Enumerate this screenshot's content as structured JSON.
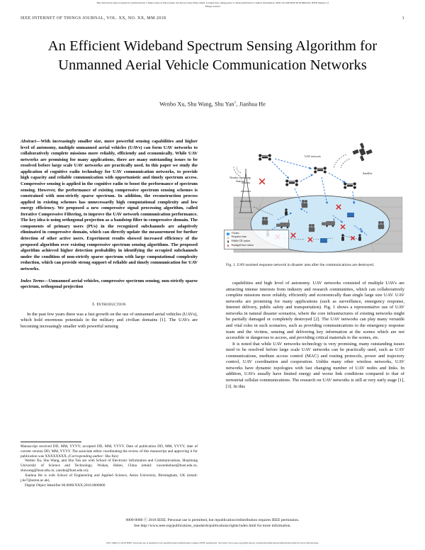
{
  "banner": {
    "line1": "This article has been accepted for publication in a future issue of this journal, but has not been fully edited. Content may change prior to final publication. Citation information: DOI 10.1109/JIOT.2018.2862532, IEEE Internet of",
    "line2": "Things Journal"
  },
  "runhead": {
    "journal": "IEEE INTERNET OF THINGS JOURNAL, VOL. XX, NO. XX, MM 2018",
    "page": "1"
  },
  "paper": {
    "title": "An Efficient Wideband Spectrum Sensing Algorithm for Unmanned Aerial Vehicle Communication Networks",
    "authors": "Wenbo Xu, Shu Wang, Shu Yan",
    "author_marker": "†",
    "authors_tail": ", Jianhua He"
  },
  "abstract": {
    "lead": "Abstract",
    "dash": "—",
    "text": "With increasingly smaller size, more powerful sensing capabilities and higher level of autonomy, multiple unmanned aerial vehicles (UAVs) can form UAV networks to collaboratively complete missions more reliably, efficiently and economically. While UAV networks are promising for many applications, there are many outstanding issues to be resolved before large scale UAV networks are practically used. In this paper we study the application of cognitive radio technology for UAV communication networks, to provide high capacity and reliable communication with opportunistic and timely spectrum access. Compressive sensing is applied in the cognitive radio to boost the performance of spectrum sensing. However, the performance of existing compressive spectrum sensing schemes is constrained with non-strictly sparse spectrum. In addition, the reconstruction process applied in existing schemes has unnecessarily high computational complexity and low energy efficiency. We proposed a new compressive signal processing algorithm, called Iterative Compressive Filtering, to improve the UAV network communication performance. The key idea is using orthogonal projection as a bandstop filter in compressive domain. The components of primary users (PUs) in the recognized subchannels are adaptively eliminated in compressive domain, which can directly update the measurement for further detection of other active users. Experiment results showed increased efficiency of the proposed algorithm over existing compressive spectrum sensing algorithms. The proposed algorithm achieved higher detection probability in identifying the occupied subchannels under the condition of non-strictly sparse spectrum with large computational complexity reduction, which can provide strong support of reliable and timely communication for UAV networks."
  },
  "index_terms": {
    "lead": "Index Terms",
    "dash": "—",
    "text": "Unmanned aerial vehicles, compressive spectrum sensing, non-strictly sparse spectrum, orthogonal projection"
  },
  "sections": {
    "intro_num": "I.",
    "intro_title": "Introduction"
  },
  "left_column": {
    "p1": "In the past few years there was a fast growth on the use of unmanned aerial vehicles (UAVs), which hold enormous potentials in the military and civilian domains [1]. The UAVs are becoming increasingly smaller with powerful sensing"
  },
  "footnote": {
    "p1": "Manuscript received DD, MM, YYYY; accepted DD, MM, YYYY. Date of publication DD, MM, YYYY; date of current version DD, MM, YYYY. The associate editor coordinating the review of this manuscript and approving it for publication was XXXXXXXX.",
    "p1_ital": "(Corresponding author: Shu Yan)",
    "p2": "Wenbo Xu, Shu Wang, and Shu Yan are with School of Electronic Information and Communications, Huazhong University of Science and Technology, Wuhan, Hubei, China (email: xuwenbohust@hust.edu.cn, shuwang@hust.edu.cn, yanshu@hust.edu.cn).",
    "p3": "Jianhua He is with School of Engineering and Applied Science, Aston University, Birmingham, UK (email: j.he7@aston.ac.uk).",
    "p4": "Digital Object Identifier 00.0000/XXX.2018.0000000"
  },
  "figure": {
    "caption": "Fig. 1.  UAV-assisted response network in disaster area after the communications are destroyed.",
    "labels": {
      "uav_network": "UAV network",
      "satellite": "Satellite",
      "nearby_station": "Nearby Operating Station"
    },
    "legend": [
      {
        "glyph": "victims-icon",
        "label": "Victims"
      },
      {
        "glyph": "response-team-icon",
        "label": "Response team"
      },
      {
        "glyph": "mobile-cr-station-icon",
        "label": "Mobile CR station"
      },
      {
        "glyph": "damaged-base-station-icon",
        "label": "Damaged base station"
      }
    ],
    "colors": {
      "link_blue": "#1f6fd0",
      "disaster_area": "#cfe8f7",
      "damaged_red": "#d42b2b",
      "ground_grey": "#b8b8b8"
    }
  },
  "right_column": {
    "p1": "capabilities and high level of autonomy. UAV networks consisted of multiple UAVs are attracting intense interests from industry and research communities, which can collaboratively complete missions more reliably, efficiently and economically than single large size UAV. UAV networks are promising for many applications (such as surveillance, emergency response, Internet delivery, public safety and transportation). Fig. 1 shows a representative use of UAV networks in natural disaster scenarios, where the core infrastructures of existing networks might be partially damaged or completely destroyed [2]. The UAV networks can play many versatile and vital roles in such scenarios, such as providing communications to the emergency response team and the victims, sensing and delivering key information at the scenes which are not accessible or dangerous to access, and providing critical materials to the scenes, etc.",
    "p2": "It is noted that while UAV networks technology is very promising, many outstanding issues need to be resolved before large scale UAV networks can be practically used, such as UAV communications, medium access control (MAC) and routing protocols, power and trajectory control, UAV coordination and cooperation. Unlike many other wireless networks, UAV networks have dynamic topologies with fast changing number of UAV nodes and links. In addition, UAVs usually have limited energy and worse link conditions compared to that of terrestrial cellular communications. The research on UAV networks is still at very early stage [1], [3]. In this"
  },
  "copyright": {
    "line1": "0000-0000  ⓒ 2018 IEEE. Personal use is permitted, but republication/redistribution requires IEEE permission.",
    "line2": "See http://www.ieee.org/publications_standards/publications/rights/index.html for more information."
  },
  "bottom_strip": "2327-4662 (c) 2018 IEEE. Personal use is permitted, but republication/redistribution requires IEEE permission. See http://www.ieee.org/publications_standards/publications/rights/index.html for more information."
}
